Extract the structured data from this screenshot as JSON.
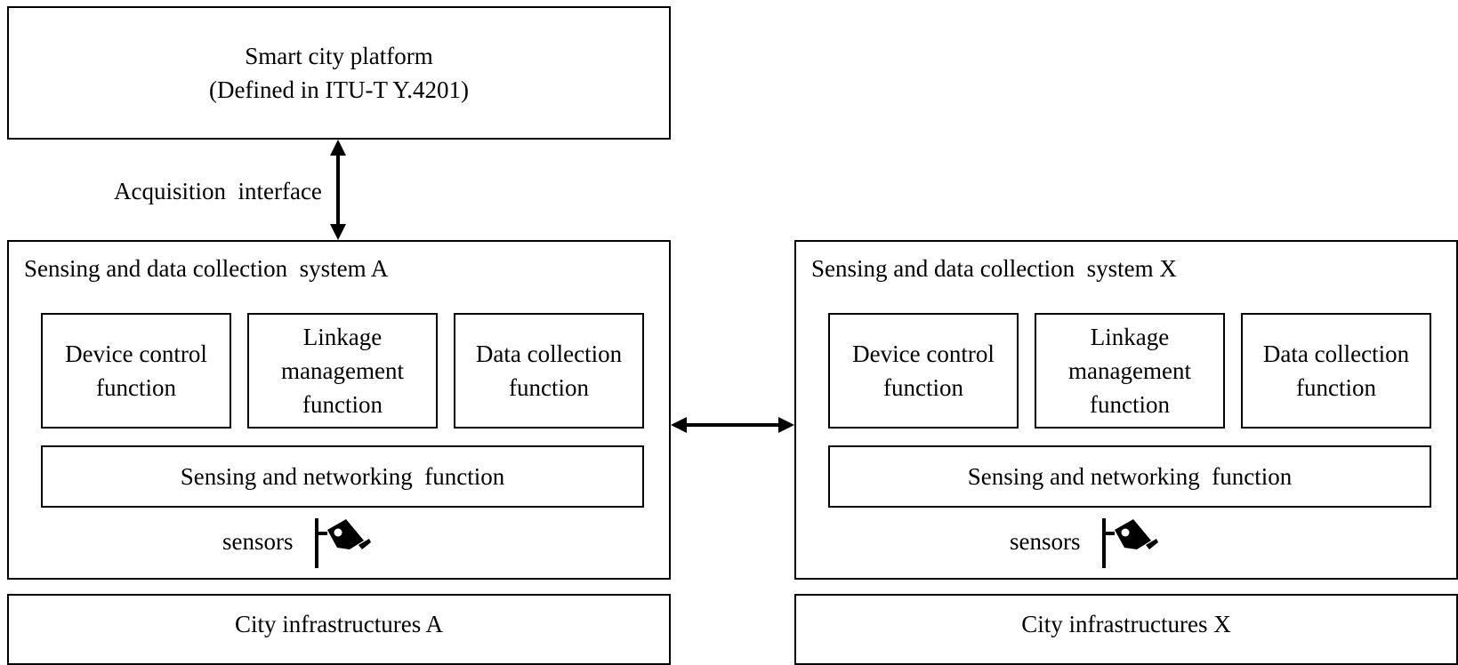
{
  "platform": {
    "title_line1": "Smart city platform",
    "title_line2": "(Defined in ITU-T Y.4201)"
  },
  "acquisition_interface_label": "Acquisition  interface",
  "systems": [
    {
      "title": "Sensing and data collection  system A",
      "functions": [
        {
          "lines": [
            "Device control",
            "function"
          ]
        },
        {
          "lines": [
            "Linkage",
            "management",
            "function"
          ]
        },
        {
          "lines": [
            "Data collection",
            "function"
          ]
        }
      ],
      "networking_label": "Sensing and networking  function",
      "sensors_label": "sensors",
      "sensor_icon": "surveillance-camera-icon",
      "infrastructure_label": "City infrastructures A"
    },
    {
      "title": "Sensing and data collection  system X",
      "functions": [
        {
          "lines": [
            "Device control",
            "function"
          ]
        },
        {
          "lines": [
            "Linkage",
            "management",
            "function"
          ]
        },
        {
          "lines": [
            "Data collection",
            "function"
          ]
        }
      ],
      "networking_label": "Sensing and networking  function",
      "sensors_label": "sensors",
      "sensor_icon": "surveillance-camera-icon",
      "infrastructure_label": "City infrastructures X"
    }
  ],
  "colors": {
    "stroke": "#000000",
    "background": "#ffffff"
  }
}
